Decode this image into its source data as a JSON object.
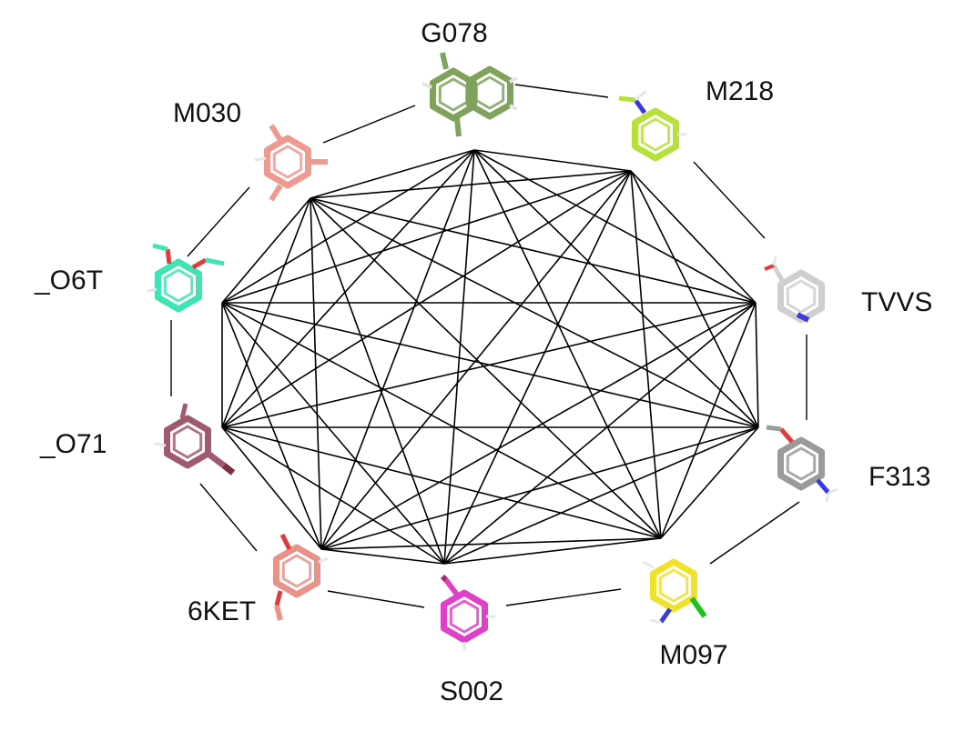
{
  "nodes": [
    {
      "id": "G078",
      "label": "G078",
      "color": "#7fa35c",
      "icon": "naphthalene-icon"
    },
    {
      "id": "M218",
      "label": "M218",
      "color": "#b6e03a",
      "icon": "aniline-icon"
    },
    {
      "id": "TVVS",
      "label": "TVVS",
      "color": "#cfcfcf",
      "icon": "pyridine-icon"
    },
    {
      "id": "F313",
      "label": "F313",
      "color": "#9a9a9a",
      "icon": "aminophenol-icon"
    },
    {
      "id": "M097",
      "label": "M097",
      "color": "#f0e12a",
      "icon": "chloroaniline-icon"
    },
    {
      "id": "S002",
      "label": "S002",
      "color": "#e040c8",
      "icon": "benzene-icon"
    },
    {
      "id": "6KET",
      "label": "6KET",
      "color": "#e8928a",
      "icon": "catechol-icon"
    },
    {
      "id": "_O71",
      "label": "_O71",
      "color": "#a05a6e",
      "icon": "toluene-icon"
    },
    {
      "id": "_O6T",
      "label": "_O6T",
      "color": "#3fe3b4",
      "icon": "dimethoxybenzene-icon"
    },
    {
      "id": "M030",
      "label": "M030",
      "color": "#ee9a90",
      "icon": "xylene-icon"
    }
  ],
  "colors": {
    "edge": "#000000",
    "oxygen": "#e03a3a",
    "nitrogen": "#3a3ae0",
    "chlorine": "#22c022",
    "hydrogen": "#e6e6e6"
  }
}
